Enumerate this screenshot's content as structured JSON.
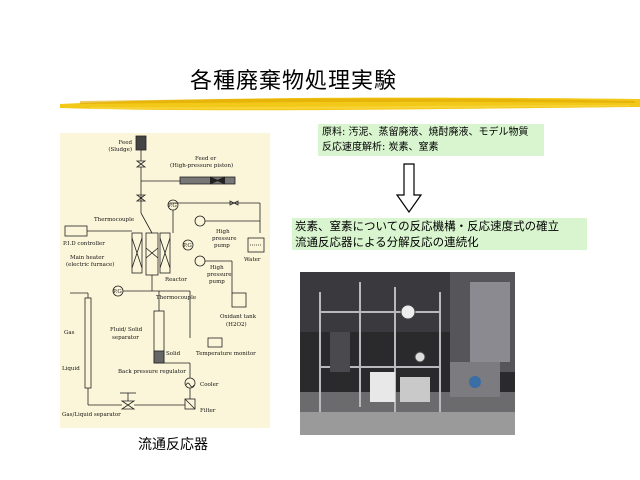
{
  "slide": {
    "title": "各種廃棄物処理実験",
    "diagram_caption": "流通反応器",
    "box1_line1": "原料: 汚泥、蒸留廃液、焼酎廃液、モデル物質",
    "box1_line2": "反応速度解析: 炭素、窒素",
    "box2_line1": "炭素、窒素についての反応機構・反応速度式の確立",
    "box2_line2": "流通反応器による分解反応の連続化"
  },
  "diagram": {
    "labels": {
      "feed": "Feed",
      "sludge": "(Sludge)",
      "feeder": "Feed er",
      "piston": "(High-pressure piston)",
      "thermocouple_top": "Thermocouple",
      "pid": "P.I.D controller",
      "main_heater": "Main heater",
      "electric_furnace": "(electric furnace)",
      "reactor": "Reactor",
      "thermocouple_mid": "Thermocouple",
      "high": "High",
      "pressure": "pressure",
      "pump": "pump",
      "water": "Water",
      "oxidant_tank": "Oxidant tank",
      "h2o2": "(H2O2)",
      "gas": "Gas",
      "liquid": "Liquid",
      "fluid_solid": "Fluid/ Solid",
      "separator": "separator",
      "solid": "Solid",
      "temperature_monitor": "Temperature monitor",
      "back_pressure": "Back pressure regulator",
      "cooler": "Cooler",
      "filter": "Filter",
      "gas_liquid": "Gas/Liquid separator",
      "pg": "P.G"
    }
  },
  "colors": {
    "title_brush": "#f2c300",
    "box_fill": "#d9f5cf",
    "diagram_bg": "#fbf6d9"
  }
}
